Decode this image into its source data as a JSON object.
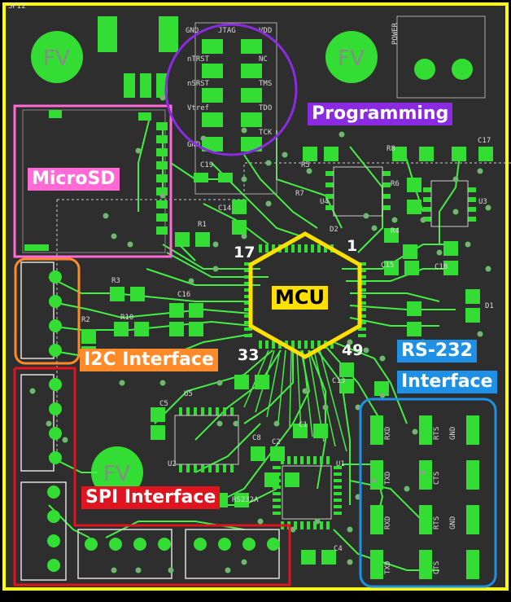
{
  "colors": {
    "board": "#2e2e2e",
    "copper": "#33dd33",
    "trace": "#44ee44",
    "outline": "#ffff00",
    "mcu": "#ffe000",
    "programming": "#8a2be2",
    "microsd": "#ff6ad5",
    "i2c": "#ff8a2a",
    "spi": "#e0141e",
    "rs232": "#1e90e6"
  },
  "labels": {
    "programming": "Programming",
    "microsd": "MicroSD",
    "mcu": "MCU",
    "i2c": "I2C Interface",
    "spi": "SPI Interface",
    "rs232_line1": "RS-232",
    "rs232_line2": "Interface"
  },
  "mcu_pins": {
    "p1": "1",
    "p17": "17",
    "p33": "33",
    "p49": "49"
  },
  "jtag": {
    "title": "JTAG",
    "gnd_top": "GND",
    "vdd_top": "VDD",
    "left": [
      "nTRST",
      "nSRST",
      "Vtref",
      "GND"
    ],
    "right": [
      "NC",
      "TMS",
      "TDO",
      "TCK"
    ]
  },
  "silk": {
    "power": "POWER",
    "fv": "FV",
    "rs232_pins": [
      "RXD",
      "TXD",
      "RTS",
      "CTS",
      "GND"
    ],
    "refs": [
      "R1",
      "R2",
      "R3",
      "R4",
      "R5",
      "R6",
      "R7",
      "R8",
      "R10",
      "C1",
      "C2",
      "C4",
      "C5",
      "C8",
      "C13",
      "C14",
      "C15",
      "C16",
      "C17",
      "C18",
      "C19",
      "D1",
      "D2",
      "U1",
      "U2",
      "U3",
      "U4",
      "U5",
      "RS232A",
      "SPI2"
    ]
  }
}
